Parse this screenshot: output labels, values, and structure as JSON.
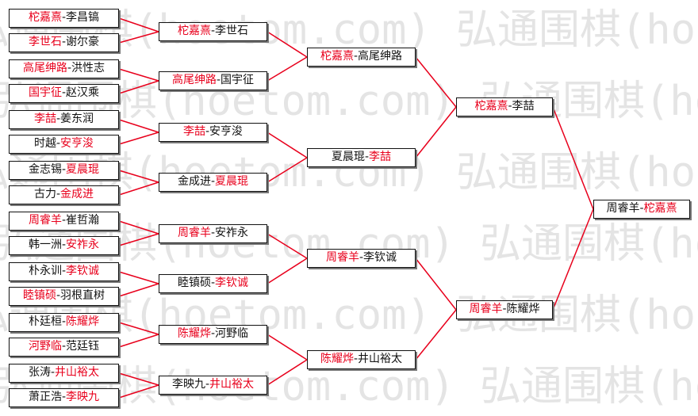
{
  "colors": {
    "winner": "#e8001c",
    "loser": "#111111",
    "line": "#e8001c",
    "watermark": "#e4e4e4"
  },
  "watermark": {
    "text": "弘通围棋(hoetom.com)"
  },
  "rounds": [
    {
      "name": "round-1",
      "matches": [
        [
          {
            "name": "柁嘉熹",
            "win": true
          },
          {
            "name": "李昌镐",
            "win": false
          }
        ],
        [
          {
            "name": "李世石",
            "win": true
          },
          {
            "name": "谢尔豪",
            "win": false
          }
        ],
        [
          {
            "name": "高尾绅路",
            "win": true
          },
          {
            "name": "洪性志",
            "win": false
          }
        ],
        [
          {
            "name": "国宇征",
            "win": true
          },
          {
            "name": "赵汉乘",
            "win": false
          }
        ],
        [
          {
            "name": "李喆",
            "win": true
          },
          {
            "name": "姜东润",
            "win": false
          }
        ],
        [
          {
            "name": "时越",
            "win": false
          },
          {
            "name": "安亨浚",
            "win": true
          }
        ],
        [
          {
            "name": "金志锡",
            "win": false
          },
          {
            "name": "夏晨琨",
            "win": true
          }
        ],
        [
          {
            "name": "古力",
            "win": false
          },
          {
            "name": "金成进",
            "win": true
          }
        ],
        [
          {
            "name": "周睿羊",
            "win": true
          },
          {
            "name": "崔哲瀚",
            "win": false
          }
        ],
        [
          {
            "name": "韩一洲",
            "win": false
          },
          {
            "name": "安祚永",
            "win": true
          }
        ],
        [
          {
            "name": "朴永训",
            "win": false
          },
          {
            "name": "李钦诚",
            "win": true
          }
        ],
        [
          {
            "name": "睦镇硕",
            "win": true
          },
          {
            "name": "羽根直树",
            "win": false
          }
        ],
        [
          {
            "name": "朴廷桓",
            "win": false
          },
          {
            "name": "陈耀烨",
            "win": true
          }
        ],
        [
          {
            "name": "河野临",
            "win": true
          },
          {
            "name": "范廷钰",
            "win": false
          }
        ],
        [
          {
            "name": "张涛",
            "win": false
          },
          {
            "name": "井山裕太",
            "win": true
          }
        ],
        [
          {
            "name": "萧正浩",
            "win": false
          },
          {
            "name": "李映九",
            "win": true
          }
        ]
      ]
    },
    {
      "name": "round-2",
      "matches": [
        [
          {
            "name": "柁嘉熹",
            "win": true
          },
          {
            "name": "李世石",
            "win": false
          }
        ],
        [
          {
            "name": "高尾绅路",
            "win": true
          },
          {
            "name": "国宇征",
            "win": false
          }
        ],
        [
          {
            "name": "李喆",
            "win": true
          },
          {
            "name": "安亨浚",
            "win": false
          }
        ],
        [
          {
            "name": "金成进",
            "win": false
          },
          {
            "name": "夏晨琨",
            "win": true
          }
        ],
        [
          {
            "name": "周睿羊",
            "win": true
          },
          {
            "name": "安祚永",
            "win": false
          }
        ],
        [
          {
            "name": "睦镇硕",
            "win": false
          },
          {
            "name": "李钦诚",
            "win": true
          }
        ],
        [
          {
            "name": "陈耀烨",
            "win": true
          },
          {
            "name": "河野临",
            "win": false
          }
        ],
        [
          {
            "name": "李映九",
            "win": false
          },
          {
            "name": "井山裕太",
            "win": true
          }
        ]
      ]
    },
    {
      "name": "round-3",
      "matches": [
        [
          {
            "name": "柁嘉熹",
            "win": true
          },
          {
            "name": "高尾绅路",
            "win": false
          }
        ],
        [
          {
            "name": "夏晨琨",
            "win": false
          },
          {
            "name": "李喆",
            "win": true
          }
        ],
        [
          {
            "name": "周睿羊",
            "win": true
          },
          {
            "name": "李钦诚",
            "win": false
          }
        ],
        [
          {
            "name": "陈耀烨",
            "win": true
          },
          {
            "name": "井山裕太",
            "win": false
          }
        ]
      ]
    },
    {
      "name": "round-4",
      "matches": [
        [
          {
            "name": "柁嘉熹",
            "win": true
          },
          {
            "name": "李喆",
            "win": false
          }
        ],
        [
          {
            "name": "周睿羊",
            "win": true
          },
          {
            "name": "陈耀烨",
            "win": false
          }
        ]
      ]
    },
    {
      "name": "final",
      "matches": [
        [
          {
            "name": "周睿羊",
            "win": false
          },
          {
            "name": "柁嘉熹",
            "win": true
          }
        ]
      ]
    }
  ]
}
